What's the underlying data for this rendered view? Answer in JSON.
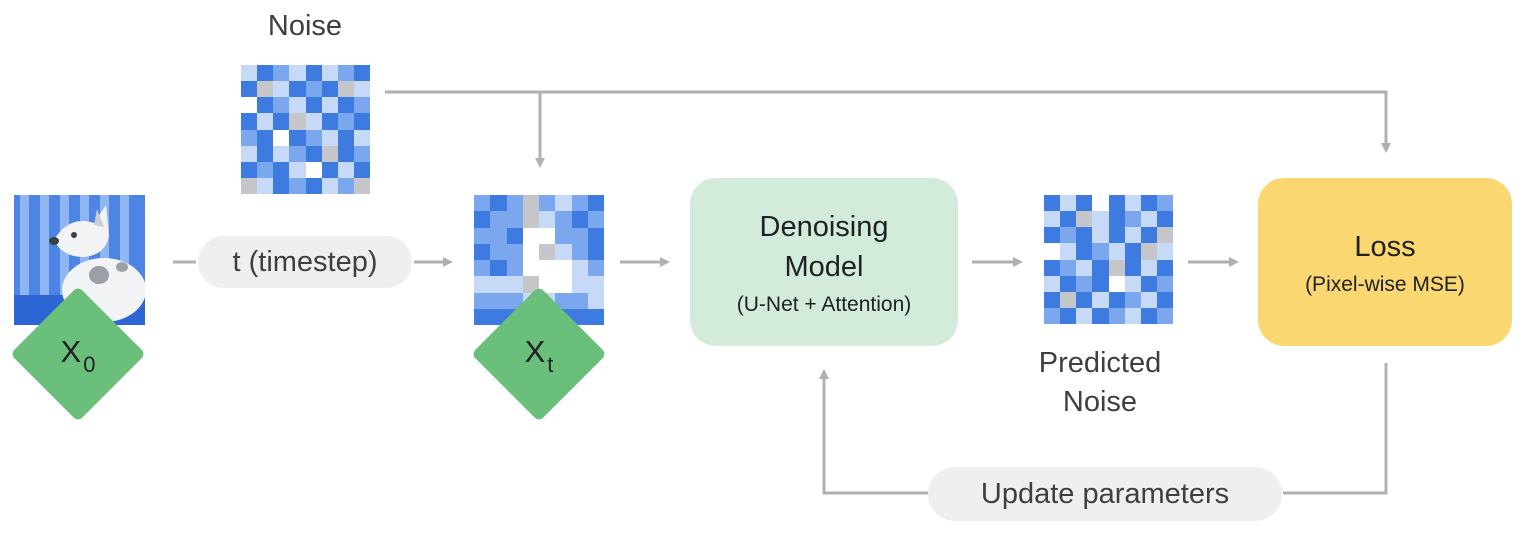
{
  "labels": {
    "noise": "Noise",
    "timestep": "t (timestep)",
    "model_title": "Denoising\nModel",
    "model_sub": "(U-Net + Attention)",
    "predicted_noise": "Predicted\nNoise",
    "loss_title": "Loss",
    "loss_sub": "(Pixel-wise MSE)",
    "update": "Update parameters",
    "x0_base": "X",
    "x0_sub": "0",
    "xt_base": "X",
    "xt_sub": "t"
  },
  "colors": {
    "arrow": "#b0b0b0",
    "model_box": "#d3ebdb",
    "loss_box": "#fad770",
    "diamond": "#6abf7b",
    "noise_dark": "#3d7be0",
    "noise_mid": "#7aa7ee",
    "noise_light": "#c6daf8",
    "noise_gray": "#c4c6ca",
    "noise_white": "#ffffff"
  },
  "noise_grid": [
    "LDMLDLMD",
    "DGLDMDGL",
    "WDMLDLDM",
    "DLDGLDMD",
    "MDWDMLDL",
    "LDLMDGDM",
    "DMDLWDLD",
    "GLDMDLMG"
  ],
  "pred_noise_grid": [
    "DLDWDLDM",
    "LDGLDMLD",
    "DMDLDLDG",
    "WLDMLDGL",
    "DMLDGDLD",
    "LDMDWLDM",
    "DGDLDMLD",
    "MDLDMLDM"
  ],
  "xt_grid": [
    "MDMGMLMD",
    "DMMGLMDM",
    "MMDWWMMD",
    "DMMWGLMD",
    "MDMWWWLM",
    "LLLGWWLL",
    "MMMLLMML",
    "DDDDDDDD"
  ]
}
